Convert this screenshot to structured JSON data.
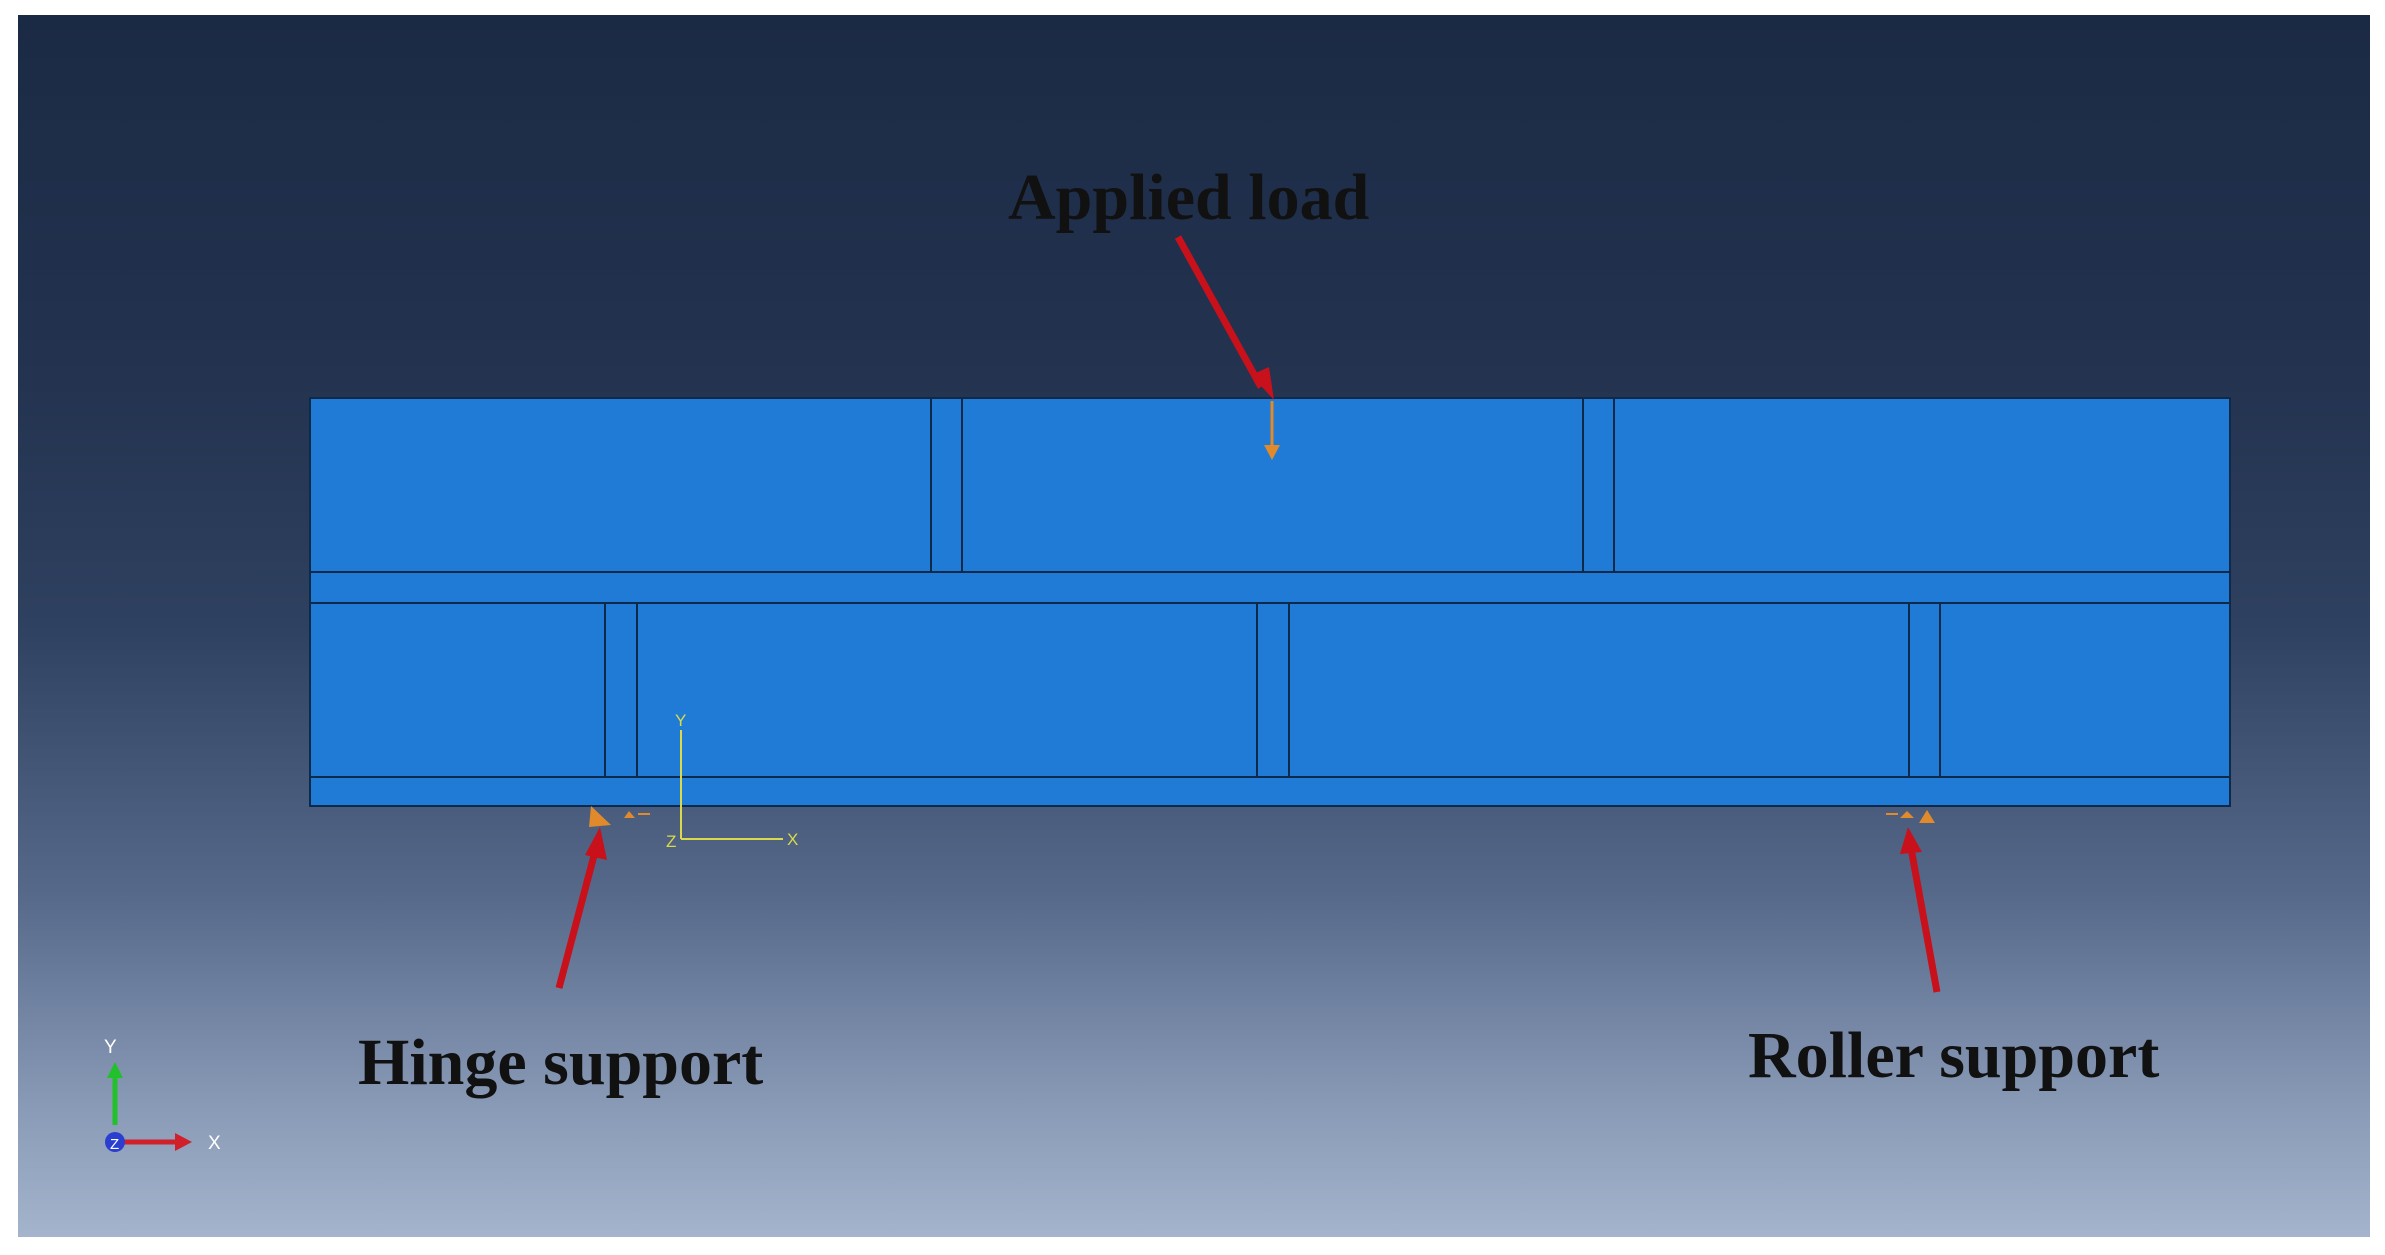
{
  "annotations": {
    "applied_load": "Applied load",
    "hinge_support": "Hinge support",
    "roller_support": "Roller support"
  },
  "local_csys": {
    "y": "Y",
    "z": "Z",
    "x": "X"
  },
  "global_triad": {
    "y": "Y",
    "z": "Z",
    "x": "X"
  },
  "colors": {
    "part_fill": "#1f7bd6",
    "part_edge": "#0d2a4a",
    "arrow": "#c8111a",
    "bc_symbol": "#e08a2c",
    "local_axis": "#d9d94a",
    "triad_y": "#22c02a",
    "triad_x": "#d0202a",
    "triad_z": "#2a3fd0"
  }
}
